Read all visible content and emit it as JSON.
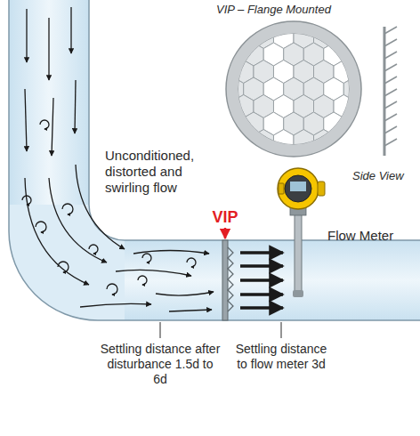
{
  "diagram": {
    "labels": [
      "VIP – Flange Mounted",
      "Side View",
      "Unconditioned, distorted and swirling flow",
      "VIP",
      "Flow Meter",
      "Settling distance after disturbance 1.5d to 6d",
      "Settling distance to flow meter 3d"
    ]
  }
}
